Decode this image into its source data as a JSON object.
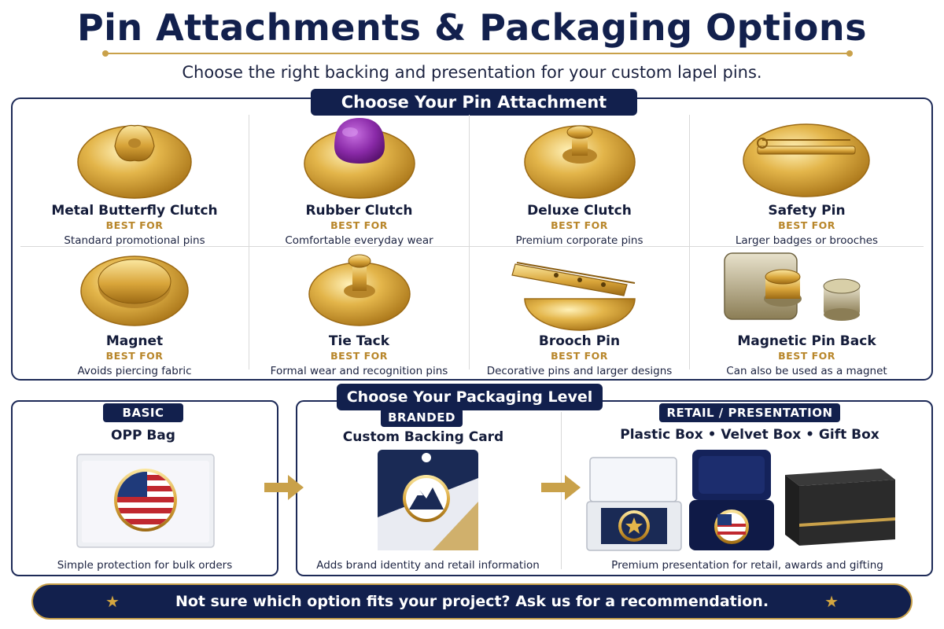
{
  "header": {
    "title": "Pin Attachments & Packaging Options",
    "subtitle": "Choose the right backing and presentation for your custom lapel pins."
  },
  "attachments": {
    "section_title": "Choose Your Pin Attachment",
    "best_for_label": "BEST FOR",
    "items": [
      {
        "name": "Metal Butterfly Clutch",
        "best_for": "BEST FOR",
        "desc": "Standard promotional pins",
        "icon": "butterfly-clutch-icon"
      },
      {
        "name": "Rubber Clutch",
        "best_for": "BEST FOR",
        "desc": "Comfortable everyday wear",
        "icon": "rubber-clutch-icon"
      },
      {
        "name": "Deluxe Clutch",
        "best_for": "BEST FOR",
        "desc": "Premium corporate pins",
        "icon": "deluxe-clutch-icon"
      },
      {
        "name": "Safety Pin",
        "best_for": "BEST FOR",
        "desc": "Larger badges or brooches",
        "icon": "safety-pin-icon"
      },
      {
        "name": "Magnet",
        "best_for": "BEST FOR",
        "desc": "Avoids piercing fabric",
        "icon": "magnet-icon"
      },
      {
        "name": "Tie Tack",
        "best_for": "BEST FOR",
        "desc": "Formal wear and recognition pins",
        "icon": "tie-tack-icon"
      },
      {
        "name": "Brooch Pin",
        "best_for": "BEST FOR",
        "desc": "Decorative pins and larger designs",
        "icon": "brooch-pin-icon"
      },
      {
        "name": "Magnetic Pin Back",
        "best_for": "BEST FOR",
        "desc": "Can also be used as a magnet",
        "icon": "magnetic-pin-back-icon"
      }
    ]
  },
  "packaging": {
    "section_title": "Choose Your Packaging Level",
    "basic": {
      "badge": "BASIC",
      "name": "OPP Bag",
      "desc": "Simple protection for bulk orders"
    },
    "branded": {
      "badge": "BRANDED",
      "name": "Custom Backing Card",
      "desc": "Adds brand identity and retail information"
    },
    "retail": {
      "badge": "RETAIL / PRESENTATION",
      "name": "Plastic Box • Velvet Box • Gift Box",
      "desc": "Premium presentation for retail, awards and gifting"
    }
  },
  "footer": {
    "text": "Not sure which option fits your project? Ask us for a recommendation."
  },
  "colors": {
    "navy": "#12204d",
    "gold": "#c9a14a",
    "best_for": "#b8862a"
  }
}
